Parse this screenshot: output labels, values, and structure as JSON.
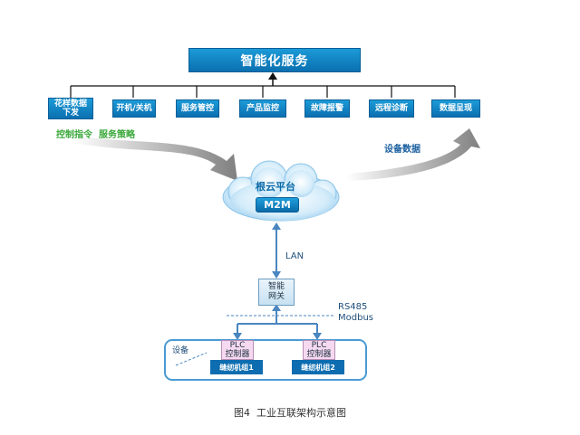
{
  "title": "智能化服务",
  "services": [
    "花样数据\n下发",
    "开机/关机",
    "服务管控",
    "产品监控",
    "故障报警",
    "远程诊断",
    "数据呈现"
  ],
  "left_flow_note": "控制指令  服务策略",
  "right_flow_note": "设备数据",
  "cloud": {
    "label": "根云平台",
    "m2m": "M2M"
  },
  "lan_label": "LAN",
  "gateway": {
    "line1": "智能",
    "line2": "网关"
  },
  "bus_label": {
    "line1": "RS485",
    "line2": "Modbus"
  },
  "equipment_label": "设备",
  "plcs": [
    {
      "line1": "PLC",
      "line2": "控制器",
      "machine": "缝纫机组1"
    },
    {
      "line1": "PLC",
      "line2": "控制器",
      "machine": "缝纫机组2"
    }
  ],
  "caption": "图4  工业互联架构示意图",
  "colors": {
    "box_blue": "#0b6fb0",
    "accent_green": "#3aa83a",
    "label_blue": "#1a5fa0",
    "arrow_gray": "#8a8a8a",
    "plc_pink": "#f5d9f0"
  }
}
